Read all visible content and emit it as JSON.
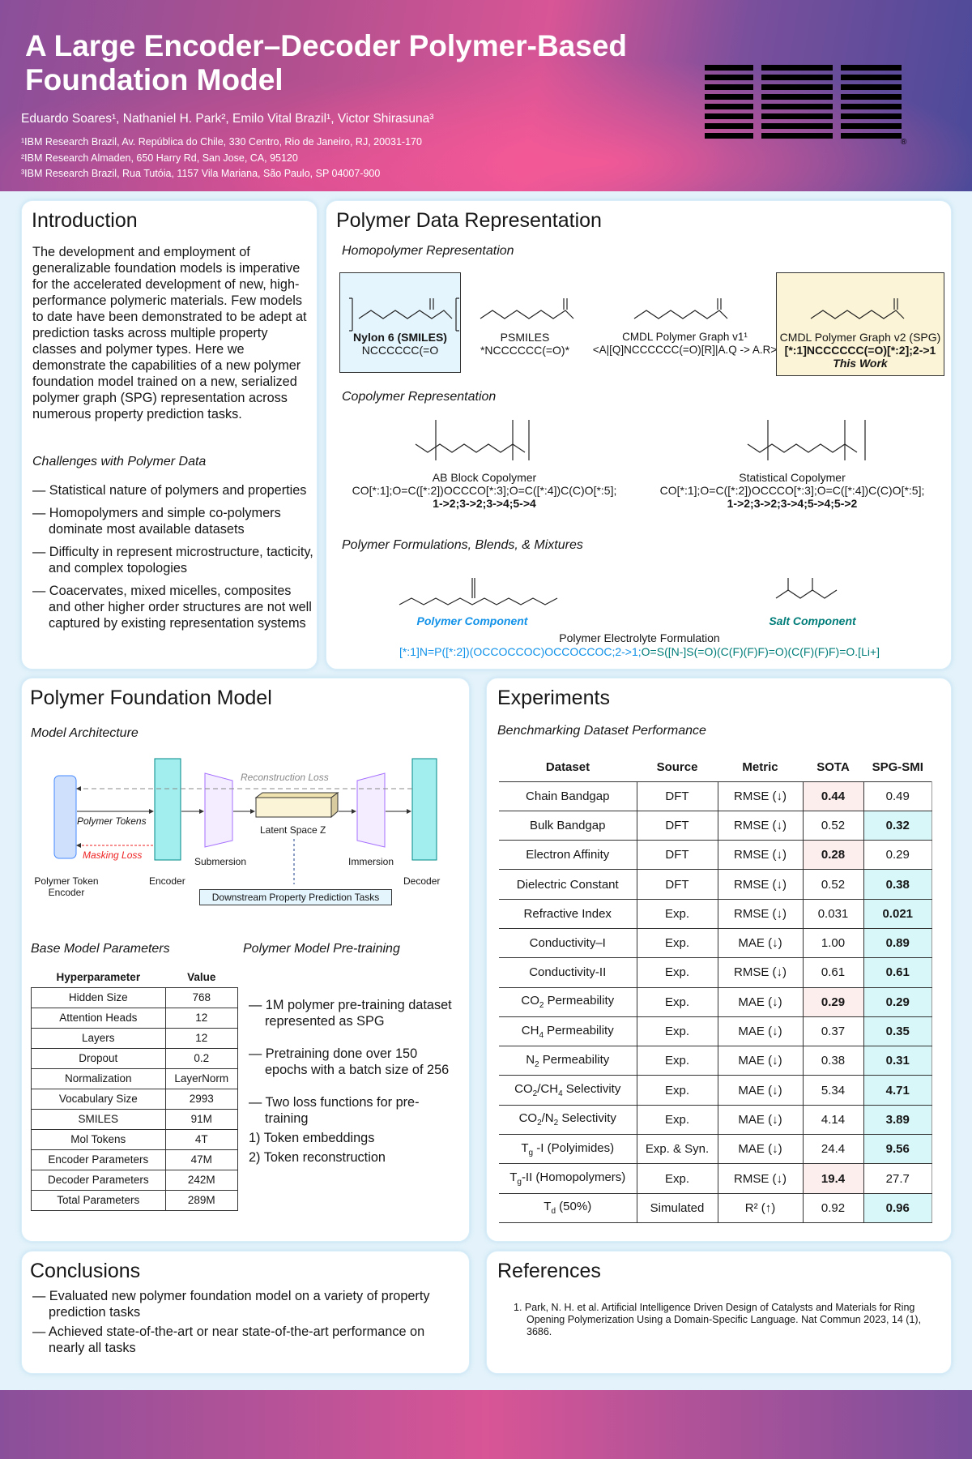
{
  "header": {
    "title": "A Large Encoder–Decoder Polymer-Based Foundation Model",
    "authors": "Eduardo Soares¹, Nathaniel H. Park², Emilo Vital Brazil¹, Victor Shirasuna³",
    "affiliations": [
      "¹IBM Research Brazil, Av. República do Chile, 330 Centro, Rio de Janeiro, RJ, 20031-170",
      "²IBM Research Almaden, 650 Harry Rd, San Jose, CA, 95120",
      "³IBM Research Brazil, Rua Tutóia, 1157 Vila Mariana, São Paulo, SP 04007-900"
    ],
    "logo": "IBM"
  },
  "intro": {
    "title": "Introduction",
    "body": "The development and employment of generalizable foundation models is imperative for the accelerated development of new, high-performance polymeric materials. Few models to date have been demonstrated to be adept at prediction tasks across multiple property classes and polymer types. Here we demonstrate the capabilities of a new polymer foundation model trained on a new, serialized polymer graph (SPG) representation across numerous property prediction tasks.",
    "challenges_title": "Challenges with Polymer Data",
    "challenges": [
      "— Statistical nature of polymers and properties",
      "— Homopolymers and simple co-polymers dominate most available datasets",
      "— Difficulty in represent microstructure, tacticity, and complex topologies",
      "— Coacervates, mixed micelles, composites and other higher order structures are not well captured by existing representation systems"
    ]
  },
  "pdr": {
    "title": "Polymer Data Representation",
    "homo_title": "Homopolymer Representation",
    "homo": [
      {
        "name": "Nylon 6 (SMILES)",
        "code": "NCCCCCC(=O"
      },
      {
        "name": "PSMILES",
        "code": "*NCCCCCC(=O)*"
      },
      {
        "name": "CMDL Polymer Graph v1¹",
        "code": "<A|[Q]NCCCCCC(=O)[R]|A.Q -> A.R>"
      },
      {
        "name": "CMDL Polymer Graph v2 (SPG)",
        "code": "[*:1]NCCCCCC(=O)[*:2];2->1",
        "note": "This Work"
      }
    ],
    "co_title": "Copolymer Representation",
    "co": [
      {
        "name": "AB Block Copolymer",
        "code1": "CO[*:1];O=C([*:2])OCCCO[*:3];O=C([*:4])C(C)O[*:5];",
        "code2": "1->2;3->2;3->4;5->4"
      },
      {
        "name": "Statistical Copolymer",
        "code1": "CO[*:1];O=C([*:2])OCCCO[*:3];O=C([*:4])C(C)O[*:5];",
        "code2": "1->2;3->2;3->4;5->4;5->2"
      }
    ],
    "form_title": "Polymer Formulations, Blends, & Mixtures",
    "polymer_component": "Polymer Component",
    "salt_component": "Salt Component",
    "formulation_title": "Polymer Electrolyte Formulation",
    "formulation_polymer": "[*:1]N=P([*:2])(OCCOCCOC)OCCOCCOC;2->1;",
    "formulation_salt": "O=S([N-]S(=O)(C(F)(F)F)=O)(C(F)(F)F)=O.[Li+]"
  },
  "pfm": {
    "title": "Polymer Foundation Model",
    "arch_title": "Model Architecture",
    "arch": {
      "recon": "Reconstruction Loss",
      "tokens": "Polymer Tokens",
      "masking": "Masking Loss",
      "latent": "Latent Space Z",
      "sub": "Submersion",
      "imm": "Immersion",
      "pte": "Polymer Token Encoder",
      "enc": "Encoder",
      "dec": "Decoder",
      "down": "Downstream Property Prediction Tasks"
    },
    "params_title": "Base Model Parameters",
    "params_head": [
      "Hyperparameter",
      "Value"
    ],
    "params": [
      [
        "Hidden Size",
        "768"
      ],
      [
        "Attention Heads",
        "12"
      ],
      [
        "Layers",
        "12"
      ],
      [
        "Dropout",
        "0.2"
      ],
      [
        "Normalization",
        "LayerNorm"
      ],
      [
        "Vocabulary Size",
        "2993"
      ],
      [
        "SMILES",
        "91M"
      ],
      [
        "Mol Tokens",
        "4T"
      ],
      [
        "Encoder Parameters",
        "47M"
      ],
      [
        "Decoder Parameters",
        "242M"
      ],
      [
        "Total Parameters",
        "289M"
      ]
    ],
    "pre_title": "Polymer Model Pre-training",
    "pre": [
      "— 1M polymer pre-training dataset represented as SPG",
      "— Pretraining done over 150 epochs with a batch size of 256",
      "— Two loss functions for pre-training"
    ],
    "pre_sub": [
      "1) Token embeddings",
      "2) Token reconstruction"
    ]
  },
  "exp": {
    "title": "Experiments",
    "sub": "Benchmarking Dataset Performance",
    "head": [
      "Dataset",
      "Source",
      "Metric",
      "SOTA",
      "SPG-SMI"
    ],
    "rows": [
      {
        "d": [
          "Chain Bandgap"
        ],
        "s": "DFT",
        "m": "RMSE (↓)",
        "a": "0.44",
        "b": "0.49",
        "best": "a"
      },
      {
        "d": [
          "Bulk Bandgap"
        ],
        "s": "DFT",
        "m": "RMSE (↓)",
        "a": "0.52",
        "b": "0.32",
        "best": "b"
      },
      {
        "d": [
          "Electron Affinity"
        ],
        "s": "DFT",
        "m": "RMSE (↓)",
        "a": "0.28",
        "b": "0.29",
        "best": "a"
      },
      {
        "d": [
          "Dielectric Constant"
        ],
        "s": "DFT",
        "m": "RMSE (↓)",
        "a": "0.52",
        "b": "0.38",
        "best": "b"
      },
      {
        "d": [
          "Refractive Index"
        ],
        "s": "Exp.",
        "m": "RMSE (↓)",
        "a": "0.031",
        "b": "0.021",
        "best": "b"
      },
      {
        "d": [
          "Conductivity–I"
        ],
        "s": "Exp.",
        "m": "MAE (↓)",
        "a": "1.00",
        "b": "0.89",
        "best": "b"
      },
      {
        "d": [
          "Conductivity-II"
        ],
        "s": "Exp.",
        "m": "RMSE (↓)",
        "a": "0.61",
        "b": "0.61",
        "best": "b"
      },
      {
        "d": [
          "CO",
          "2",
          " Permeability"
        ],
        "s": "Exp.",
        "m": "MAE (↓)",
        "a": "0.29",
        "b": "0.29",
        "best": "ab"
      },
      {
        "d": [
          "CH",
          "4",
          " Permeability"
        ],
        "s": "Exp.",
        "m": "MAE (↓)",
        "a": "0.37",
        "b": "0.35",
        "best": "b"
      },
      {
        "d": [
          "N",
          "2",
          " Permeability"
        ],
        "s": "Exp.",
        "m": "MAE (↓)",
        "a": "0.38",
        "b": "0.31",
        "best": "b"
      },
      {
        "d": [
          "CO",
          "2",
          "/CH",
          "4",
          " Selectivity"
        ],
        "s": "Exp.",
        "m": "MAE (↓)",
        "a": "5.34",
        "b": "4.71",
        "best": "b"
      },
      {
        "d": [
          "CO",
          "2",
          "/N",
          "2",
          " Selectivity"
        ],
        "s": "Exp.",
        "m": "MAE (↓)",
        "a": "4.14",
        "b": "3.89",
        "best": "b"
      },
      {
        "d": [
          "T",
          "g",
          " -I (Polyimides)"
        ],
        "s": "Exp. & Syn.",
        "m": "MAE (↓)",
        "a": "24.4",
        "b": "9.56",
        "best": "b"
      },
      {
        "d": [
          "T",
          "g",
          "-II (Homopolymers)"
        ],
        "s": "Exp.",
        "m": "RMSE (↓)",
        "a": "19.4",
        "b": "27.7",
        "best": "a"
      },
      {
        "d": [
          "T",
          "d",
          " (50%)"
        ],
        "s": "Simulated",
        "m": "R² (↑)",
        "a": "0.92",
        "b": "0.96",
        "best": "b"
      }
    ]
  },
  "conc": {
    "title": "Conclusions",
    "items": [
      "— Evaluated new polymer foundation model on a variety of property prediction tasks",
      "— Achieved state-of-the-art or near state-of-the-art performance on nearly all tasks"
    ]
  },
  "refs": {
    "title": "References",
    "items": [
      "1.  Park, N. H. et al. Artificial Intelligence Driven Design of Catalysts and Materials for Ring Opening Polymerization Using a Domain-Specific Language. Nat Commun 2023, 14 (1), 3686."
    ]
  },
  "colors": {
    "blue": "#1192e8",
    "teal": "#007d79",
    "pink": "#fdeeee",
    "cyan": "#d8f7f9"
  }
}
